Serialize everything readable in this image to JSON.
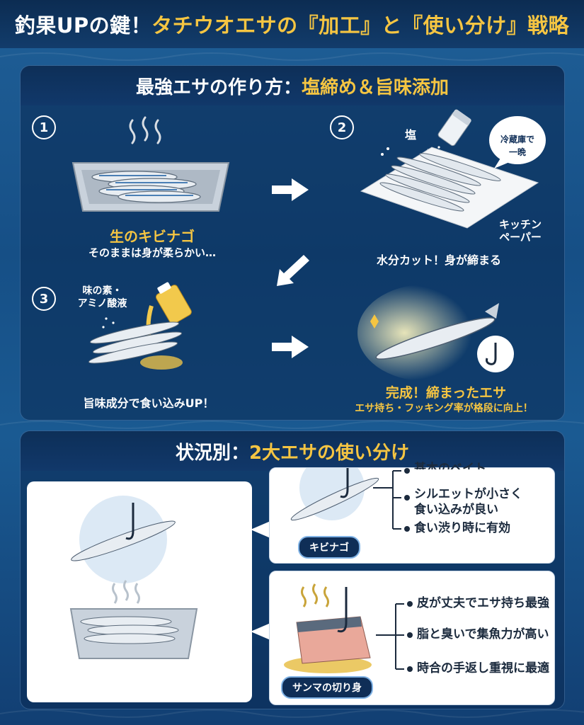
{
  "header": {
    "title_part1": "釣果UPの鍵！",
    "title_part2": "タチウオエサの『加工』と『使い分け』戦略"
  },
  "process": {
    "title_part1": "最強エサの作り方：",
    "title_part2": "塩締め＆旨味添加",
    "steps": [
      {
        "num": "1",
        "caption": "生のキビナゴ",
        "sub": "そのままは身が柔らかい…"
      },
      {
        "num": "2",
        "label_salt": "塩",
        "label_fridge": "冷蔵庫で\n一晩",
        "label_paper": "キッチン\nペーパー",
        "sub": "水分カット！身が締まる"
      },
      {
        "num": "3",
        "label_amino": "味の素・\nアミノ酸液",
        "sub": "旨味成分で食い込みUP！"
      },
      {
        "caption": "完成！締まったエサ",
        "sub": "エサ持ち・フッキング率が格段に向上！"
      }
    ]
  },
  "usage": {
    "title_part1": "状況別：",
    "title_part2": "2大エサの使い分け",
    "kibinago": {
      "label": "キビナゴ",
      "bullets": [
        "基本のベイト",
        "シルエットが小さく\n食い込みが良い",
        "食い渋り時に有効"
      ]
    },
    "sanma": {
      "label": "サンマの切り身",
      "bullets": [
        "皮が丈夫でエサ持ち最強",
        "脂と臭いで集魚力が高い",
        "時合の手返し重視に最適"
      ]
    }
  },
  "colors": {
    "accent": "#f5c542",
    "navy": "#0f2e57"
  }
}
